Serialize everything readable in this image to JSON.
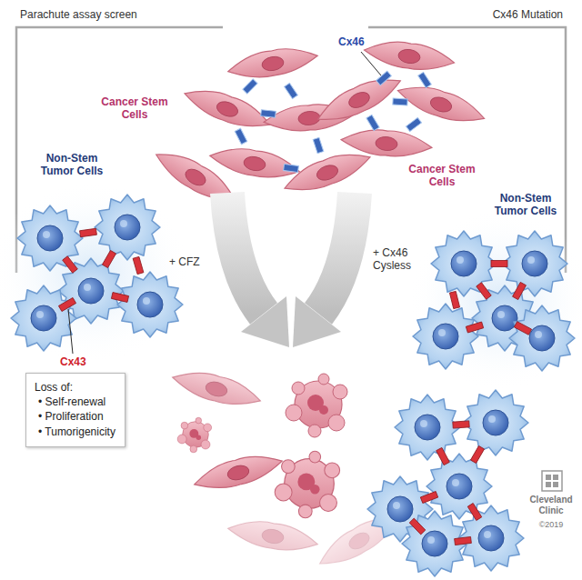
{
  "diagram": {
    "nodes": [
      {
        "text": [
          "Loss of:",
          "• Self-renewal",
          "• Proliferation",
          "• Tumorigenicity"
        ]
      }
    ],
    "labels": [
      "Parachute assay screen",
      "Cx46 Mutation",
      "Cancer Stem Cells",
      "Non-Stem Tumor Cells",
      "Cx46",
      "Cx43",
      "+ CFZ",
      "Cancer Stem Cells",
      "Non-Stem Tumor Cells",
      "+ Cx46 Cysless",
      "Cleveland Clinic",
      "©2019"
    ]
  }
}
